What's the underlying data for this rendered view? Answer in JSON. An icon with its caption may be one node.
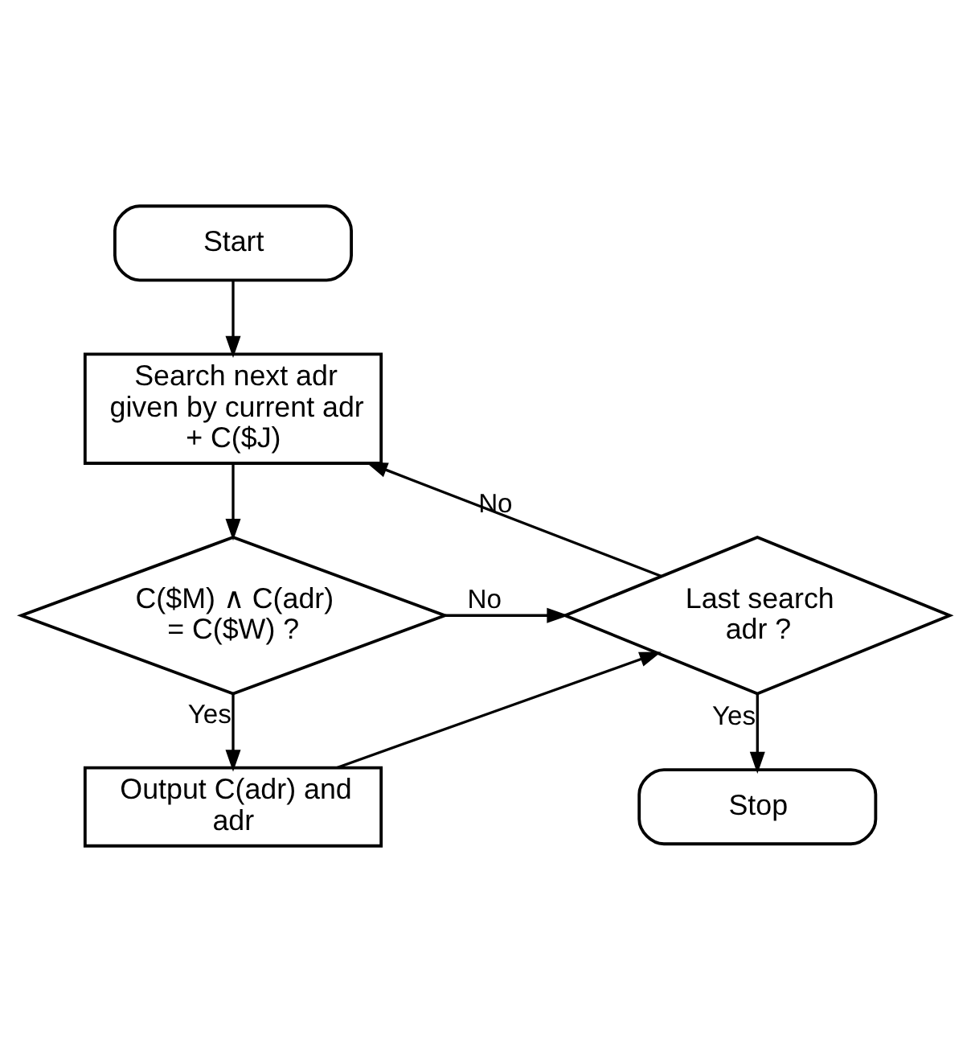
{
  "diagram": {
    "nodes": [
      {
        "text": [
          "Start"
        ]
      },
      {
        "text": [
          "Search next adr given by current adr + C($J)"
        ]
      },
      {
        "text": [
          "C($M) ∧ C(adr) = C($W) ?"
        ]
      },
      {
        "text": [
          "Output C(adr) and adr"
        ]
      },
      {
        "text": [
          "Last search adr ?"
        ]
      },
      {
        "text": [
          "Stop"
        ]
      }
    ],
    "edges": [
      {
        "from": 0,
        "to": 1,
        "arrow": "to"
      },
      {
        "from": 1,
        "to": 2,
        "arrow": "to"
      },
      {
        "from": 2,
        "to": 3,
        "arrow": "to",
        "label": "Yes"
      },
      {
        "from": 2,
        "to": 4,
        "arrow": "to",
        "label": "No"
      },
      {
        "from": 3,
        "to": 4,
        "arrow": "to"
      },
      {
        "from": 4,
        "to": 1,
        "arrow": "to",
        "label": "No"
      },
      {
        "from": 4,
        "to": 5,
        "arrow": "to",
        "label": "Yes"
      }
    ]
  }
}
